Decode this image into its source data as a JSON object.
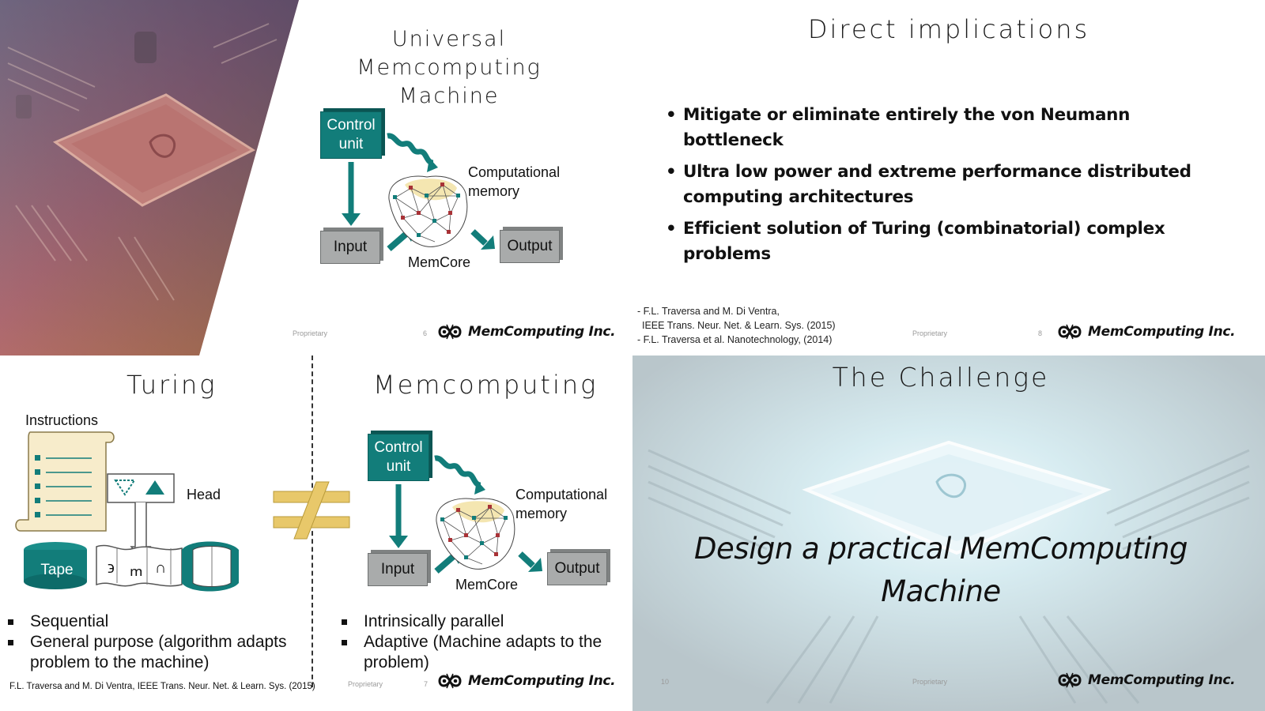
{
  "brand": {
    "logo_text": "MemComputing Inc.",
    "teal": "#127d7a",
    "gold": "#e8c86a"
  },
  "slide1": {
    "title": "Universal Memcomputing Machine",
    "diagram": {
      "control_unit": "Control unit",
      "input": "Input",
      "output": "Output",
      "memcore": "MemCore",
      "computational_memory": "Computational memory"
    },
    "footer": {
      "proprietary": "Proprietary",
      "page": "6"
    }
  },
  "slide2": {
    "title": "Direct implications",
    "bullets": [
      "Mitigate or eliminate entirely the von Neumann bottleneck",
      "Ultra low power and extreme performance distributed computing architectures",
      "Efficient solution of Turing (combinatorial) complex problems"
    ],
    "references": [
      "- F.L. Traversa and M. Di Ventra,",
      "IEEE Trans. Neur. Net. & Learn. Sys. (2015)",
      "- F.L. Traversa et al. Nanotechnology, (2014)"
    ],
    "footer": {
      "proprietary": "Proprietary",
      "page": "8"
    }
  },
  "slide3": {
    "left_title": "Turing",
    "right_title": "Memcomputing",
    "turing": {
      "instructions": "Instructions",
      "head": "Head",
      "tape": "Tape",
      "tape_symbols": [
        "϶",
        "ՠ",
        "∩"
      ]
    },
    "diagram": {
      "control_unit": "Control unit",
      "input": "Input",
      "output": "Output",
      "memcore": "MemCore",
      "computational_memory": "Computational memory"
    },
    "left_bullets": [
      "Sequential",
      "General purpose (algorithm adapts problem to the machine)"
    ],
    "right_bullets": [
      "Intrinsically parallel",
      "Adaptive (Machine adapts to the problem)"
    ],
    "citation": "F.L. Traversa and M. Di Ventra, IEEE Trans. Neur. Net. & Learn. Sys. (2015)",
    "footer": {
      "proprietary": "Proprietary",
      "page": "7"
    }
  },
  "slide4": {
    "title": "The Challenge",
    "main_text": "Design a practical MemComputing Machine",
    "footer": {
      "proprietary": "Proprietary",
      "page": "10"
    }
  }
}
